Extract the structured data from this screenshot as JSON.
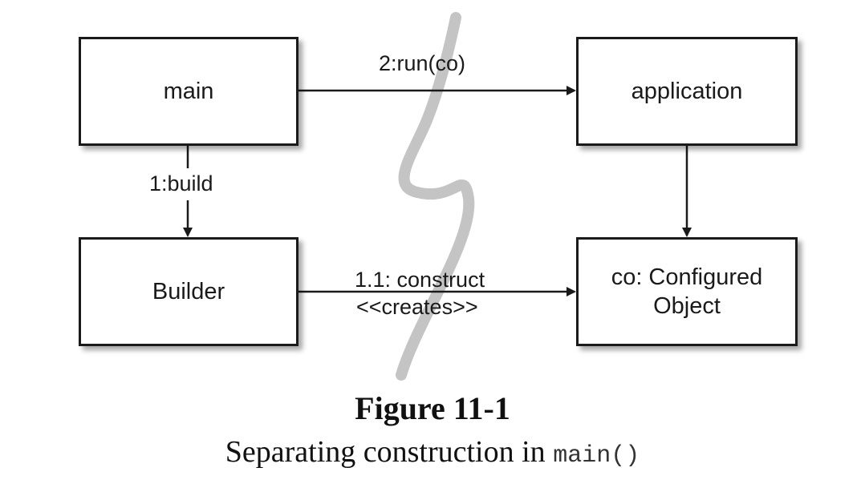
{
  "nodes": {
    "main": "main",
    "application": "application",
    "builder": "Builder",
    "configured_object_line1": "co: Configured",
    "configured_object_line2": "Object"
  },
  "edges": {
    "run": "2:run(co)",
    "build": "1:build",
    "construct": "1.1: construct",
    "creates": "<<creates>>"
  },
  "caption": {
    "number": "Figure 11-1",
    "title_text": "Separating construction in ",
    "title_code": "main()"
  },
  "colors": {
    "ink": "#1a1a1a",
    "separator": "#c4c4c4"
  }
}
